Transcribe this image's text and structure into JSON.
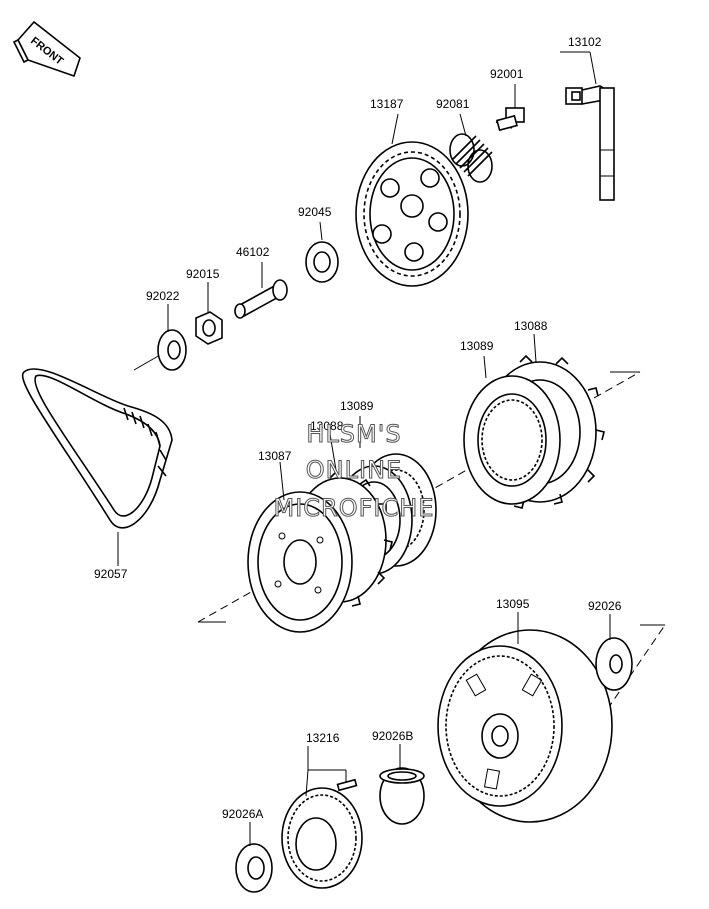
{
  "front_badge": "FRONT",
  "watermark": {
    "line1": "HLSM'S",
    "line2": "ONLINE",
    "line3": "MICROFICHE"
  },
  "labels": {
    "p13102": "13102",
    "p92001": "92001",
    "p92081": "92081",
    "p13187": "13187",
    "p92045": "92045",
    "p46102": "46102",
    "p92015": "92015",
    "p92022": "92022",
    "p13088a": "13088",
    "p13089a": "13089",
    "p13089b": "13089",
    "p13088b": "13088",
    "p13087": "13087",
    "p92057": "92057",
    "p13095": "13095",
    "p92026": "92026",
    "p13216": "13216",
    "p92026B": "92026B",
    "p92026A": "92026A"
  }
}
